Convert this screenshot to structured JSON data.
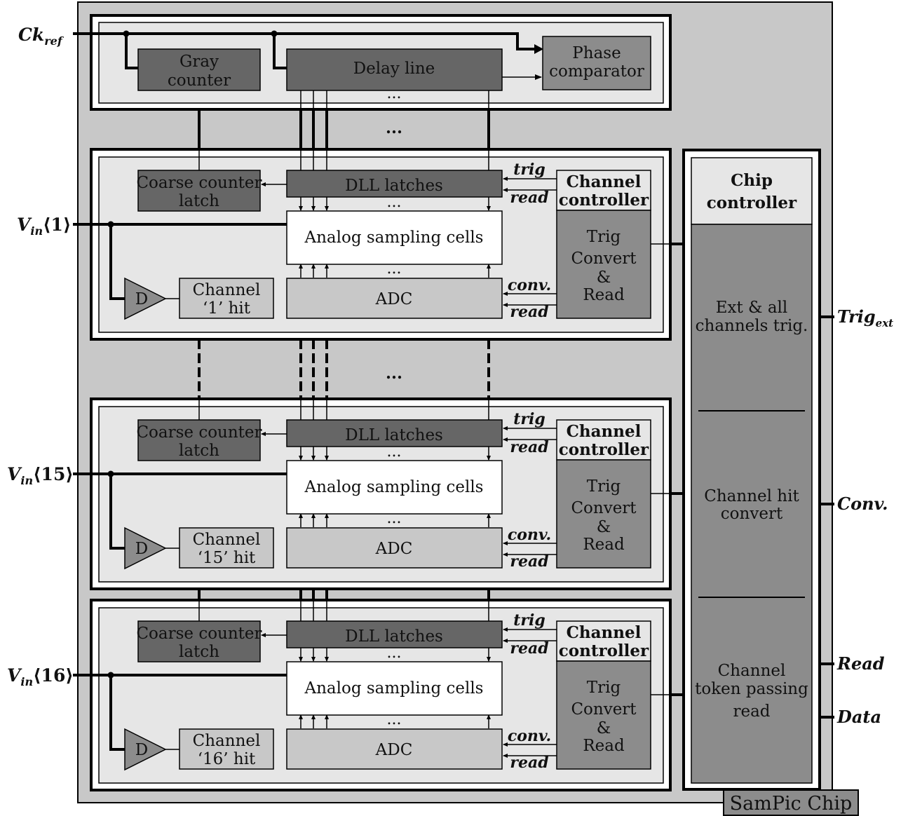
{
  "chip_label": "SamPic Chip",
  "inputs": {
    "ck_ref": {
      "main": "Ck",
      "sub": "ref"
    },
    "vin1": {
      "main": "V",
      "sub": "in",
      "index": "⟨1⟩"
    },
    "vin15": {
      "main": "V",
      "sub": "in",
      "index": "⟨15⟩"
    },
    "vin16": {
      "main": "V",
      "sub": "in",
      "index": "⟨16⟩"
    }
  },
  "outputs": {
    "trig_ext": {
      "main": "Trig",
      "sub": "ext"
    },
    "conv": "Conv.",
    "read": "Read",
    "data": "Data"
  },
  "dll": {
    "gray_counter": [
      "Gray",
      "counter"
    ],
    "delay_line": "Delay line",
    "phase_comparator": [
      "Phase",
      "comparator"
    ],
    "dots": "..."
  },
  "channels": [
    {
      "id": "1",
      "coarse": [
        "Coarse counter",
        "latch"
      ],
      "dll_latches": "DLL latches",
      "sampling": "Analog sampling cells",
      "adc": "ADC",
      "hit": [
        "Channel",
        "‘1’ hit"
      ],
      "disc": "D",
      "controller_title": [
        "Channel",
        "controller"
      ],
      "controller_body": [
        "Trig",
        "Convert",
        "&",
        "Read"
      ],
      "sig_trig": "trig",
      "sig_read_top": "read",
      "sig_conv": "conv.",
      "sig_read_bottom": "read",
      "dots": "..."
    },
    {
      "id": "15",
      "coarse": [
        "Coarse counter",
        "latch"
      ],
      "dll_latches": "DLL latches",
      "sampling": "Analog sampling cells",
      "adc": "ADC",
      "hit": [
        "Channel",
        "‘15’ hit"
      ],
      "disc": "D",
      "controller_title": [
        "Channel",
        "controller"
      ],
      "controller_body": [
        "Trig",
        "Convert",
        "&",
        "Read"
      ],
      "sig_trig": "trig",
      "sig_read_top": "read",
      "sig_conv": "conv.",
      "sig_read_bottom": "read",
      "dots": "..."
    },
    {
      "id": "16",
      "coarse": [
        "Coarse counter",
        "latch"
      ],
      "dll_latches": "DLL latches",
      "sampling": "Analog sampling cells",
      "adc": "ADC",
      "hit": [
        "Channel",
        "‘16’ hit"
      ],
      "disc": "D",
      "controller_title": [
        "Channel",
        "controller"
      ],
      "controller_body": [
        "Trig",
        "Convert",
        "&",
        "Read"
      ],
      "sig_trig": "trig",
      "sig_read_top": "read",
      "sig_conv": "conv.",
      "sig_read_bottom": "read",
      "dots": "..."
    }
  ],
  "gap_dots": [
    "...",
    "..."
  ],
  "chip_controller": {
    "title": [
      "Chip",
      "controller"
    ],
    "section1": [
      "Ext & all",
      "channels trig."
    ],
    "section2": [
      "Channel hit",
      "convert"
    ],
    "section3": [
      "Channel",
      "token passing",
      "read"
    ]
  },
  "colors": {
    "chip_bg": "#c8c8c8",
    "block_bg": "#e6e6e6",
    "dark": "#666666",
    "mid": "#8c8c8c",
    "light": "#c8c8c8",
    "white": "#ffffff"
  }
}
